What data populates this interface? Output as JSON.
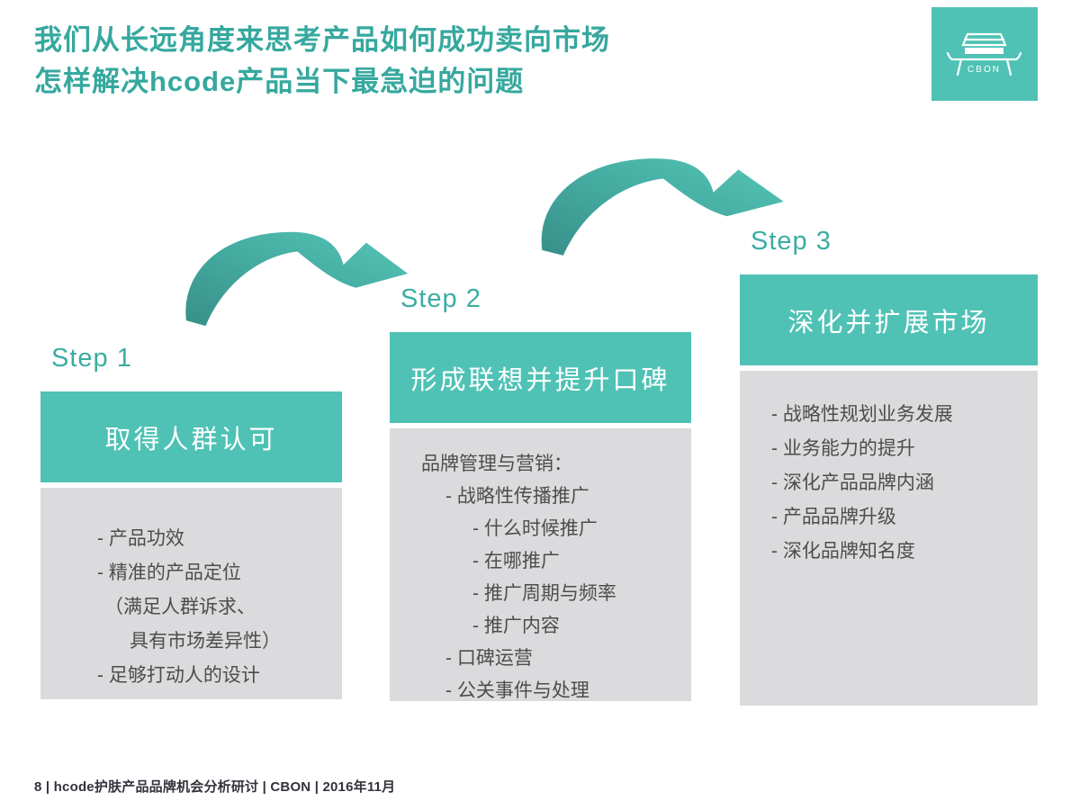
{
  "slide": {
    "title_line1": "我们从长远角度来思考产品如何成功卖向市场",
    "title_line2": "怎样解决hcode产品当下最急迫的问题",
    "footer": "8 | hcode护肤产品品牌机会分析研讨 | CBON | 2016年11月",
    "logo": {
      "text": "CBON"
    }
  },
  "colors": {
    "teal_box": "#4FC2B5",
    "teal_title": "#36A89E",
    "teal_label": "#3BADA3",
    "arrow_dark": "#37908A",
    "arrow_light": "#54C6B8",
    "gray_box": "#DBDBDD",
    "body_text": "#4D4D4D",
    "footer_text": "#32333C",
    "header_text": "#FFFFFF"
  },
  "steps": [
    {
      "label": "Step 1",
      "header": "取得人群认可",
      "lines": [
        "- 产品功效",
        "- 精准的产品定位",
        "（满足人群诉求、",
        "具有市场差异性）",
        "- 足够打动人的设计"
      ]
    },
    {
      "label": "Step 2",
      "header": "形成联想并提升口碑",
      "lines": [
        "品牌管理与营销：",
        "- 战略性传播推广",
        "- 什么时候推广",
        "- 在哪推广",
        "- 推广周期与频率",
        "- 推广内容",
        "- 口碑运营",
        "- 公关事件与处理"
      ]
    },
    {
      "label": "Step 3",
      "header": "深化并扩展市场",
      "lines": [
        "- 战略性规划业务发展",
        "- 业务能力的提升",
        "- 深化产品品牌内涵",
        "- 产品品牌升级",
        "- 深化品牌知名度"
      ]
    }
  ]
}
